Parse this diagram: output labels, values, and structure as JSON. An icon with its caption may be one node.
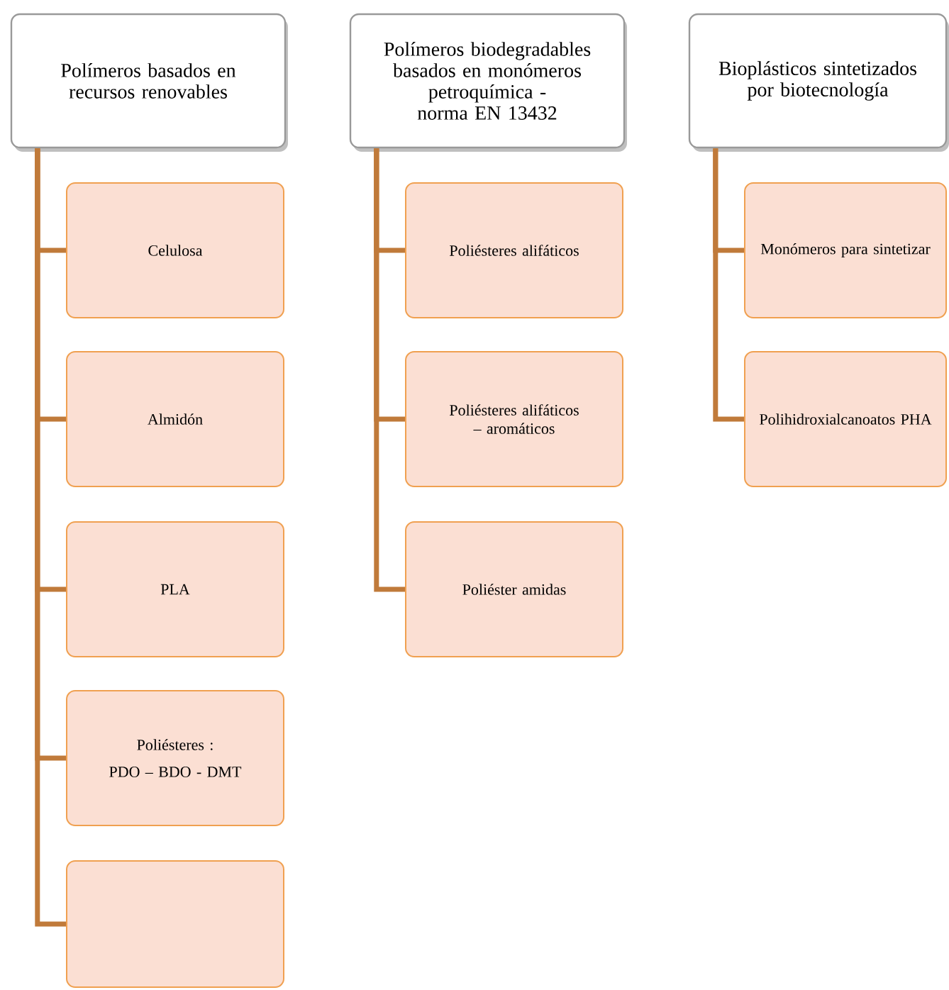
{
  "diagram": {
    "nodes": [
      {
        "text": [
          "Polímeros basados en recursos renovables"
        ]
      },
      {
        "text": [
          "Polímeros biodegradables basados en monómeros petroquímica - norma EN 13432"
        ]
      },
      {
        "text": [
          "Bioplásticos sintetizados por biotecnología"
        ]
      },
      {
        "text": [
          "Celulosa"
        ]
      },
      {
        "text": [
          "Almidón"
        ]
      },
      {
        "text": [
          "PLA"
        ]
      },
      {
        "text": [
          "Poliésteres :",
          "PDO – BDO - DMT"
        ]
      },
      {
        "text": [],
        "shape": "box"
      },
      {
        "text": [
          "Poliésteres alifáticos"
        ]
      },
      {
        "text": [
          "Poliésteres alifáticos – aromáticos"
        ]
      },
      {
        "text": [
          "Poliéster amidas"
        ]
      },
      {
        "text": [
          "Monómeros para sintetizar"
        ]
      },
      {
        "text": [
          "Polihidroxialcanoatos PHA"
        ]
      }
    ],
    "edges": [
      {
        "from": 0,
        "to": 3,
        "arrow": "none"
      },
      {
        "from": 0,
        "to": 4,
        "arrow": "none"
      },
      {
        "from": 0,
        "to": 5,
        "arrow": "none"
      },
      {
        "from": 0,
        "to": 6,
        "arrow": "none"
      },
      {
        "from": 0,
        "to": 7,
        "arrow": "none"
      },
      {
        "from": 1,
        "to": 8,
        "arrow": "none"
      },
      {
        "from": 1,
        "to": 9,
        "arrow": "none"
      },
      {
        "from": 1,
        "to": 10,
        "arrow": "none"
      },
      {
        "from": 2,
        "to": 11,
        "arrow": "none"
      },
      {
        "from": 2,
        "to": 12,
        "arrow": "none"
      }
    ]
  }
}
